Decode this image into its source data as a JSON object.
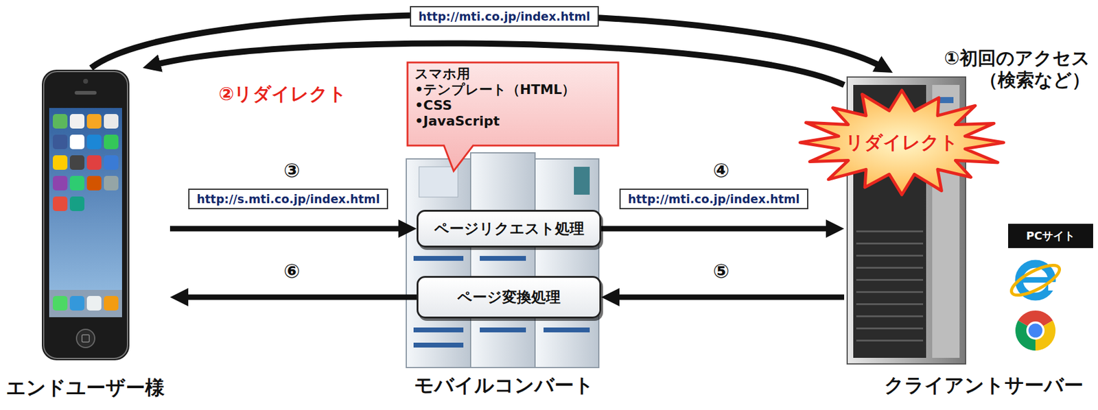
{
  "diagram": {
    "nodes": [
      {
        "text": [
          "エンドユーザー様"
        ]
      },
      {
        "text": [
          "スマホ用",
          "•テンプレート（HTML）",
          "•CSS",
          "•JavaScript"
        ]
      },
      {
        "text": [
          "モバイルコンバート"
        ]
      },
      {
        "text": [
          "ページリクエスト処理"
        ],
        "in": 2
      },
      {
        "text": [
          "ページ変換処理"
        ],
        "in": 2
      },
      {
        "text": [
          "クライアントサーバー"
        ]
      },
      {
        "text": [
          "リダイレクト"
        ]
      },
      {
        "text": [
          "PCサイト"
        ]
      }
    ],
    "edges": [
      {
        "from": 0,
        "to": 5,
        "arrow": "to",
        "label": "http://mti.co.jp/index.html"
      },
      {
        "from": 5,
        "to": 0,
        "arrow": "to",
        "label": "②リダイレクト"
      },
      {
        "from": 0,
        "to": 3,
        "arrow": "to",
        "label": "http://s.mti.co.jp/index.html"
      },
      {
        "from": 3,
        "to": 5,
        "arrow": "to",
        "label": "http://mti.co.jp/index.html"
      },
      {
        "from": 5,
        "to": 4,
        "arrow": "to"
      },
      {
        "from": 4,
        "to": 0,
        "arrow": "to"
      }
    ],
    "labels": [
      "①初回のアクセス （検索など）",
      "③",
      "④",
      "⑤",
      "⑥"
    ]
  }
}
